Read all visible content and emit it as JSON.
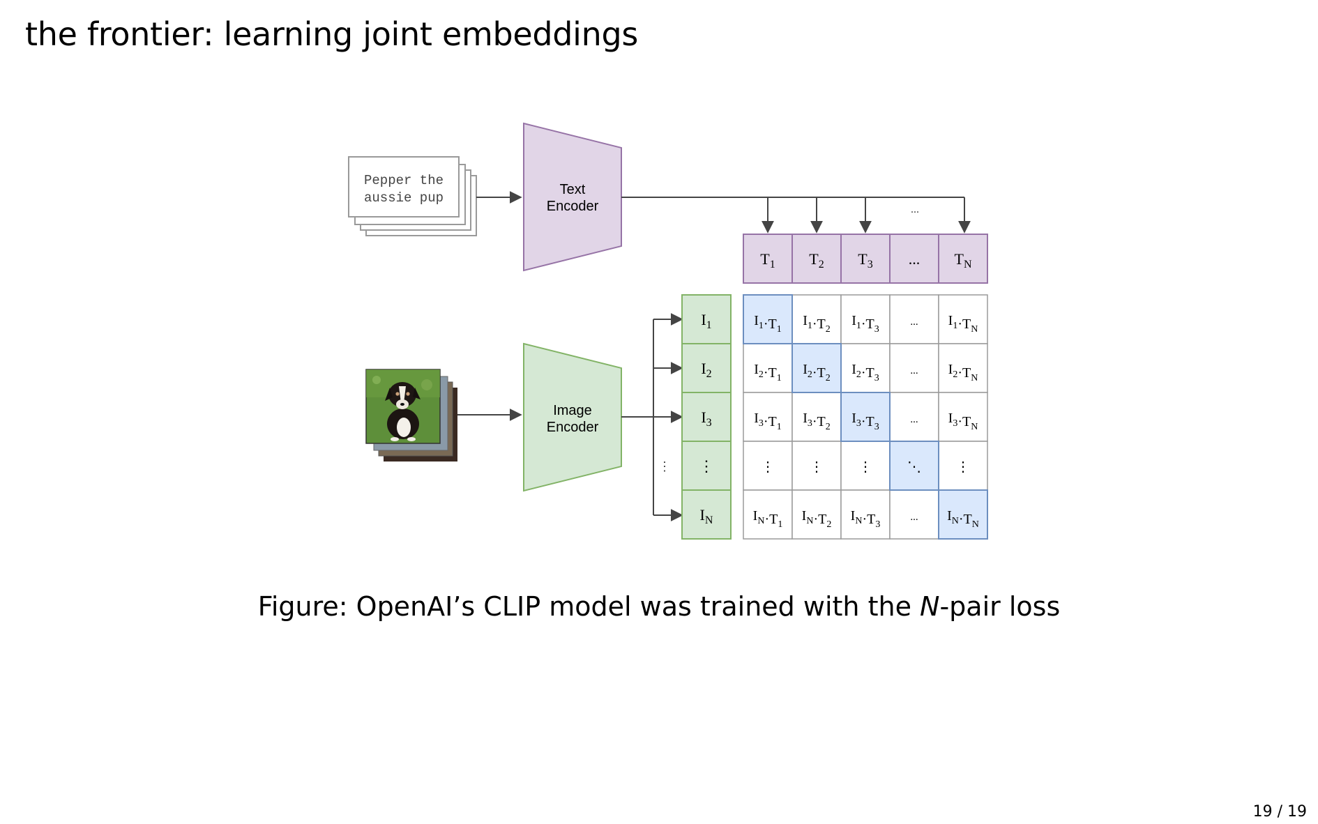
{
  "slide": {
    "title": "the frontier: learning joint embeddings",
    "page_number": "19 / 19"
  },
  "caption": {
    "prefix": "Figure: OpenAI’s CLIP model was trained with the ",
    "italic": "N",
    "suffix": "-pair loss"
  },
  "diagram": {
    "text_input": [
      "Pepper the",
      "aussie pup"
    ],
    "text_encoder": [
      "Text",
      "Encoder"
    ],
    "image_encoder": [
      "Image",
      "Encoder"
    ],
    "top_dots": "...",
    "text_embeddings": [
      {
        "base": "T",
        "sub": "1"
      },
      {
        "base": "T",
        "sub": "2"
      },
      {
        "base": "T",
        "sub": "3"
      },
      {
        "base": "...",
        "sub": ""
      },
      {
        "base": "T",
        "sub": "N"
      }
    ],
    "image_embeddings": [
      {
        "base": "I",
        "sub": "1"
      },
      {
        "base": "I",
        "sub": "2"
      },
      {
        "base": "I",
        "sub": "3"
      },
      {
        "base": "⋮",
        "sub": ""
      },
      {
        "base": "I",
        "sub": "N"
      }
    ],
    "side_dots": "⋮",
    "matrix_rows": [
      [
        {
          "i": "1",
          "t": "1"
        },
        {
          "i": "1",
          "t": "2"
        },
        {
          "i": "1",
          "t": "3"
        },
        {
          "text": "..."
        },
        {
          "i": "1",
          "t": "N"
        }
      ],
      [
        {
          "i": "2",
          "t": "1"
        },
        {
          "i": "2",
          "t": "2"
        },
        {
          "i": "2",
          "t": "3"
        },
        {
          "text": "..."
        },
        {
          "i": "2",
          "t": "N"
        }
      ],
      [
        {
          "i": "3",
          "t": "1"
        },
        {
          "i": "3",
          "t": "2"
        },
        {
          "i": "3",
          "t": "3"
        },
        {
          "text": "..."
        },
        {
          "i": "3",
          "t": "N"
        }
      ],
      [
        {
          "text": "⋮"
        },
        {
          "text": "⋮"
        },
        {
          "text": "⋮"
        },
        {
          "text": "⋱"
        },
        {
          "text": "⋮"
        }
      ],
      [
        {
          "i": "N",
          "t": "1"
        },
        {
          "i": "N",
          "t": "2"
        },
        {
          "i": "N",
          "t": "3"
        },
        {
          "text": "..."
        },
        {
          "i": "N",
          "t": "N"
        }
      ]
    ],
    "colors": {
      "text_purple_fill": "#e1d5e7",
      "text_purple_stroke": "#9673a6",
      "image_green_fill": "#d5e8d4",
      "image_green_stroke": "#82b366",
      "diag_blue_fill": "#dae8fc",
      "diag_blue_stroke": "#6c8ebf",
      "arrow": "#444444"
    },
    "icons": {
      "puppy_photo": "puppy-photo-icon"
    }
  }
}
